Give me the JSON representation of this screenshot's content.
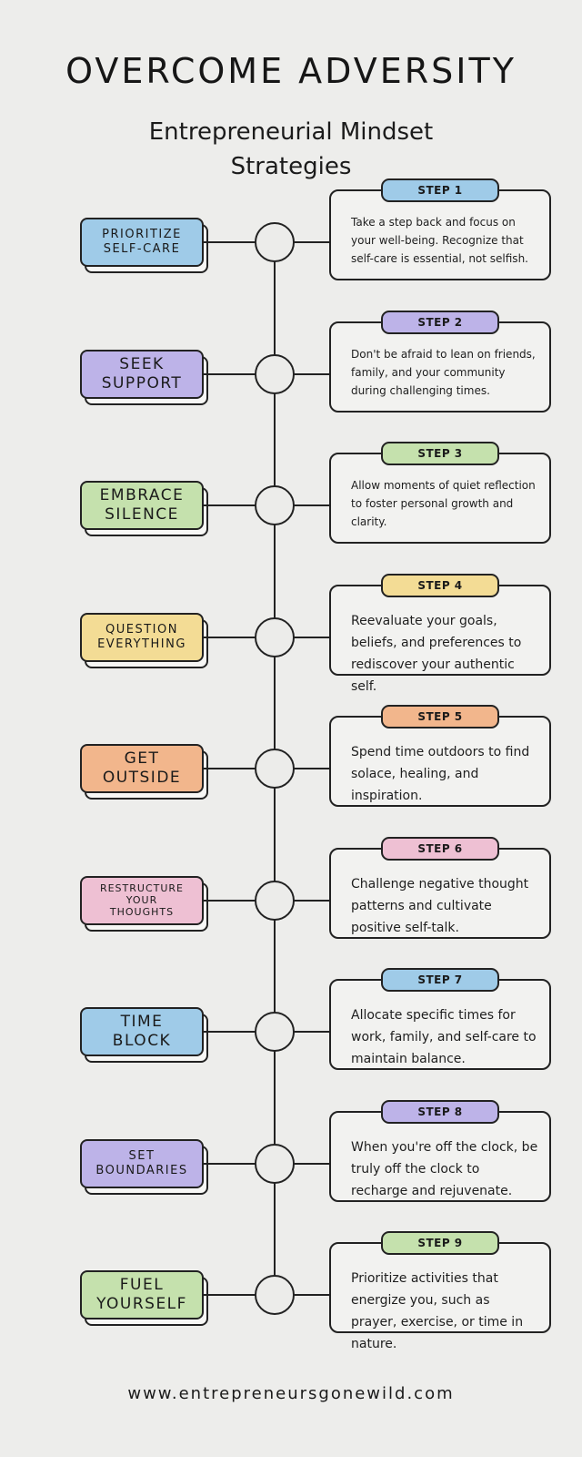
{
  "header": {
    "title": "OVERCOME ADVERSITY",
    "subtitle": "Entrepreneurial Mindset Strategies"
  },
  "colors": {
    "blue": "#9fcbe8",
    "purple": "#bdb3e8",
    "green": "#c5e1ad",
    "yellow": "#f3dc95",
    "orange": "#f2b68c",
    "pink": "#eec0d3"
  },
  "steps": [
    {
      "pill": "STEP 1",
      "label": "PRIORITIZE\nSELF-CARE",
      "desc": "Take a step back and focus on your well-being. Recognize that self-care is essential, not selfish.",
      "color": "#9fcbe8"
    },
    {
      "pill": "STEP 2",
      "label": "SEEK\nSUPPORT",
      "desc": "Don't be afraid to lean on friends, family, and your community during challenging times.",
      "color": "#bdb3e8"
    },
    {
      "pill": "STEP 3",
      "label": "EMBRACE\nSILENCE",
      "desc": "Allow moments of quiet reflection to foster personal growth and clarity.",
      "color": "#c5e1ad"
    },
    {
      "pill": "STEP 4",
      "label": "QUESTION\nEVERYTHING",
      "desc": "Reevaluate your goals, beliefs, and preferences to rediscover your authentic self.",
      "color": "#f3dc95"
    },
    {
      "pill": "STEP 5",
      "label": "GET\nOUTSIDE",
      "desc": "Spend time outdoors to find solace, healing, and inspiration.",
      "color": "#f2b68c"
    },
    {
      "pill": "STEP 6",
      "label": "RESTRUCTURE\nYOUR\nTHOUGHTS",
      "desc": "Challenge negative thought patterns and cultivate positive self-talk.",
      "color": "#eec0d3"
    },
    {
      "pill": "STEP 7",
      "label": "TIME\nBLOCK",
      "desc": "Allocate specific times for work, family, and self-care to maintain balance.",
      "color": "#9fcbe8"
    },
    {
      "pill": "STEP 8",
      "label": "SET\nBOUNDARIES",
      "desc": "When you're off the clock, be truly off the clock to recharge and rejuvenate.",
      "color": "#bdb3e8"
    },
    {
      "pill": "STEP 9",
      "label": "FUEL\nYOURSELF",
      "desc": "Prioritize activities that energize you, such as prayer, exercise, or time in nature.",
      "color": "#c5e1ad"
    }
  ],
  "footer": {
    "url": "www.entrepreneursgonewild.com"
  }
}
